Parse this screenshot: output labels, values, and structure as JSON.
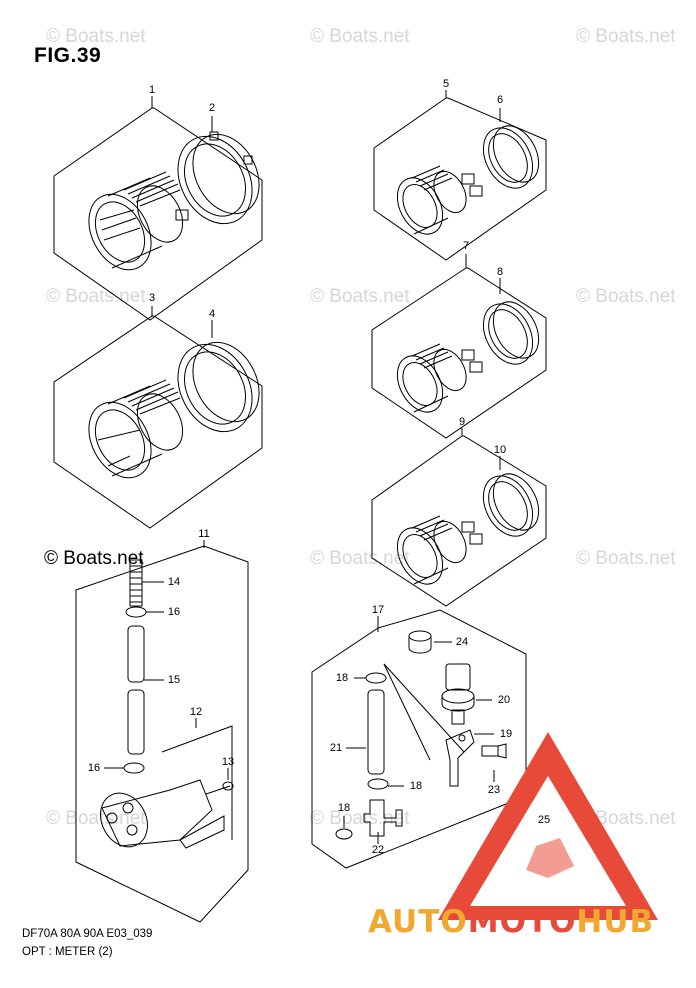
{
  "figure": {
    "title": "FIG.39"
  },
  "watermark": {
    "text": "© Boats.net"
  },
  "footer": {
    "code": "DF70A 80A 90A E03_039",
    "caption": "OPT : METER (2)"
  },
  "brand": {
    "part1": "AUTO",
    "part2": "MOTO",
    "part3": "HUB",
    "colors": {
      "primary": "#f0a830",
      "accent": "#e84a3a"
    }
  },
  "callouts": [
    "1",
    "2",
    "3",
    "4",
    "5",
    "6",
    "7",
    "8",
    "9",
    "10",
    "11",
    "12",
    "13",
    "14",
    "15",
    "16",
    "16",
    "17",
    "18",
    "18",
    "18",
    "19",
    "20",
    "21",
    "22",
    "23",
    "24",
    "25"
  ]
}
